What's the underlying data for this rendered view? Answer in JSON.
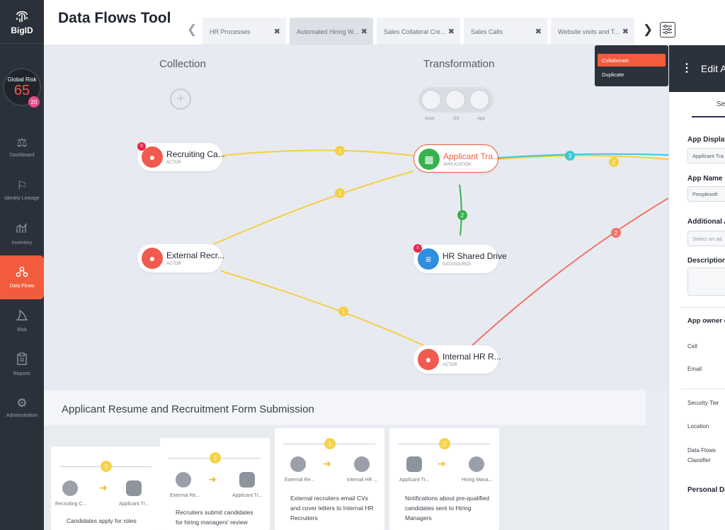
{
  "sidebar": {
    "logo": "BigID",
    "global_risk": {
      "label": "Global Risk",
      "value": "65",
      "badge": "20"
    },
    "items": [
      {
        "label": "Dashboard",
        "icon": "scale-icon"
      },
      {
        "label": "Identity Lineage",
        "icon": "flag-icon"
      },
      {
        "label": "Inventory",
        "icon": "chart-icon"
      },
      {
        "label": "Data Flows",
        "icon": "flow-icon",
        "active": true
      },
      {
        "label": "Risk",
        "icon": "shark-fin-icon"
      },
      {
        "label": "Reports",
        "icon": "clipboard-icon"
      },
      {
        "label": "Administration",
        "icon": "gear-icon"
      }
    ]
  },
  "header": {
    "title": "Data Flows Tool",
    "tabs": [
      {
        "label": "HR Processes"
      },
      {
        "label": "Automated Hiring W...",
        "active": true
      },
      {
        "label": "Sales Collateral Cre..."
      },
      {
        "label": "Sales Calls"
      },
      {
        "label": "Website visits and T..."
      }
    ]
  },
  "canvas": {
    "collection_title": "Collection",
    "transformation_title": "Transformation",
    "palette": [
      "Actor",
      "DS",
      "App"
    ],
    "nodes": [
      {
        "name": "Recruiting Ca...",
        "type": "ACTOR",
        "badge": "0"
      },
      {
        "name": "External Recr...",
        "type": "ACTOR"
      },
      {
        "name": "Applicant Tra...",
        "type": "APPLICATION"
      },
      {
        "name": "HR Shared Drive",
        "type": "DATASOURCE",
        "badge": "0"
      },
      {
        "name": "Internal HR R...",
        "type": "ACTOR"
      }
    ],
    "edge_labels": [
      "1",
      "1",
      "1",
      "2",
      "2",
      "3",
      "2"
    ]
  },
  "bottom": {
    "title": "Applicant Resume and Recruitment Form Submission",
    "steps": [
      {
        "num": "1",
        "from": "Recruiting C...",
        "to": "Applicant Tr...",
        "desc": "Candidates apply for roles"
      },
      {
        "num": "1",
        "from": "External Re...",
        "to": "Applicant Tr...",
        "desc": "Recruiters submit candidates for hiring managers' review"
      },
      {
        "num": "1",
        "from": "External Re...",
        "to": "Internal HR ...",
        "desc": "External recruiters email CVs and cover letters to Internal HR Recruiters"
      },
      {
        "num": "2",
        "from": "Applicant Tr...",
        "to": "Hiring Mana...",
        "desc": "Notifications about pre-qualified candidates sent to Hiring Managers"
      }
    ]
  },
  "menu": {
    "items": [
      "Collaborate",
      "Duplicate"
    ]
  },
  "right_panel": {
    "title": "Edit A",
    "tab": "Se",
    "app_display_label": "App Display",
    "app_display_value": "Applicant Tra",
    "app_name_label": "App Name",
    "app_name_value": "Peoplesoft",
    "additional_label": "Additional A",
    "additional_placeholder": "Select an ad",
    "description_label": "Description",
    "owner_label": "App owner c",
    "cell_label": "Cell",
    "email_label": "Email",
    "security_label": "Security Tier",
    "location_label": "Location",
    "classifier_label": "Data Flows Classifier",
    "personal_label": "Personal Da"
  },
  "colors": {
    "accent": "#f25c3c",
    "yellow_edge": "#f4cf45",
    "green_edge": "#37b24d",
    "red_edge": "#f07467",
    "teal_edge": "#3cc8d2"
  }
}
